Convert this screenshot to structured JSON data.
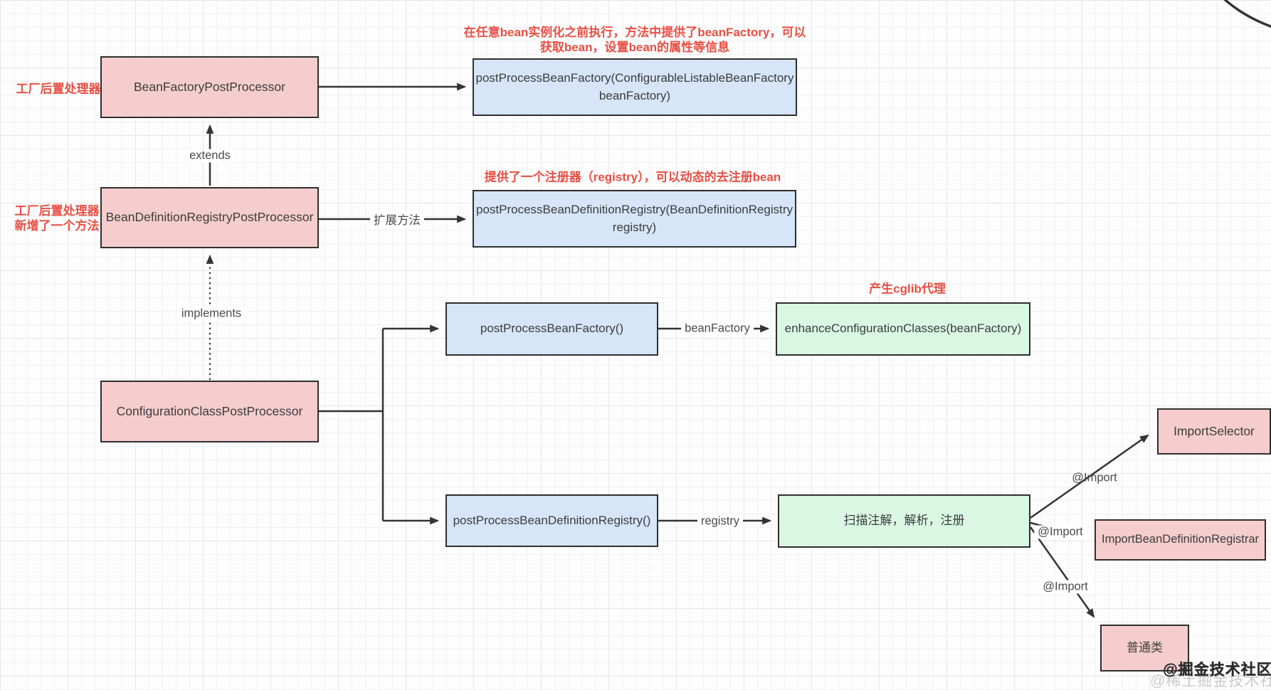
{
  "nodes": {
    "bean_factory_post_processor": {
      "label": "BeanFactoryPostProcessor"
    },
    "bean_definition_registry_post_processor": {
      "label": "BeanDefinitionRegistryPostProcessor"
    },
    "configuration_class_post_processor": {
      "label": "ConfigurationClassPostProcessor"
    },
    "post_process_bean_factory_full": {
      "label": "postProcessBeanFactory(ConfigurableListableBeanFactory beanFactory)"
    },
    "post_process_bean_definition_registry_full": {
      "label": "postProcessBeanDefinitionRegistry(BeanDefinitionRegistry registry)"
    },
    "post_process_bean_factory": {
      "label": "postProcessBeanFactory()"
    },
    "post_process_bean_definition_registry": {
      "label": "postProcessBeanDefinitionRegistry()"
    },
    "enhance_configuration_classes": {
      "label": "enhanceConfigurationClasses(beanFactory)"
    },
    "scan_parse_register": {
      "label": "扫描注解，解析，注册"
    },
    "import_selector": {
      "label": "ImportSelector"
    },
    "import_bean_definition_registrar": {
      "label": "ImportBeanDefinitionRegistrar"
    },
    "plain_class": {
      "label": "普通类"
    }
  },
  "side_labels": {
    "factory_post_processor": "工厂后置处理器",
    "registry_post_processor_line1": "工厂后置处理器",
    "registry_post_processor_line2": "新增了一个方法"
  },
  "annotations": {
    "bean_factory_note_line1": "在任意bean实例化之前执行，方法中提供了beanFactory，可以",
    "bean_factory_note_line2": "获取bean，设置bean的属性等信息",
    "registry_note": "提供了一个注册器（registry），可以动态的去注册bean",
    "cglib_note": "产生cglib代理"
  },
  "edge_labels": {
    "extends": "extends",
    "implements": "implements",
    "extend_method": "扩展方法",
    "bean_factory": "beanFactory",
    "registry": "registry",
    "import_top": "@Import",
    "import_middle": "@Import",
    "import_bottom": "@Import"
  },
  "watermark": {
    "primary": "@掘金技术社区",
    "secondary": "@稀土掘金技术社区"
  },
  "colors": {
    "class_box_fill": "#f5cdcd",
    "method_box_fill": "#d6e5f8",
    "action_box_fill": "#d9f7e2",
    "box_border": "#2f2f2f",
    "annotation_red": "#e74f44",
    "line_color": "#333333",
    "grid_minor": "#f1f1f1",
    "grid_major": "#e7e7e7"
  }
}
